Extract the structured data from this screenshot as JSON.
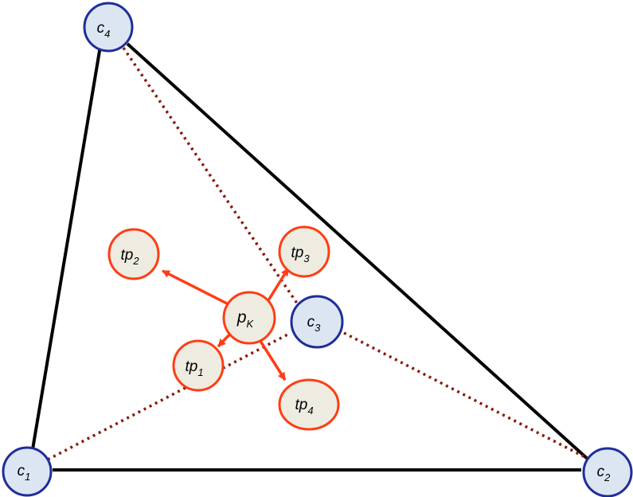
{
  "colors": {
    "edge": "#000000",
    "dotted_edge": "#8b1a10",
    "arrow": "#ff3d14",
    "corner_stroke": "#1f2d9a",
    "corner_fill": "#dce6f2",
    "particle_stroke": "#ff3d14",
    "particle_fill": "#eeece1"
  },
  "nodes": {
    "c1": {
      "base": "c",
      "sub": "1"
    },
    "c2": {
      "base": "c",
      "sub": "2"
    },
    "c3": {
      "base": "c",
      "sub": "3"
    },
    "c4": {
      "base": "c",
      "sub": "4"
    },
    "pK": {
      "base": "p",
      "sub": "K"
    },
    "tp1": {
      "base": "tp",
      "sub": "1"
    },
    "tp2": {
      "base": "tp",
      "sub": "2"
    },
    "tp3": {
      "base": "tp",
      "sub": "3"
    },
    "tp4": {
      "base": "tp",
      "sub": "4"
    }
  }
}
